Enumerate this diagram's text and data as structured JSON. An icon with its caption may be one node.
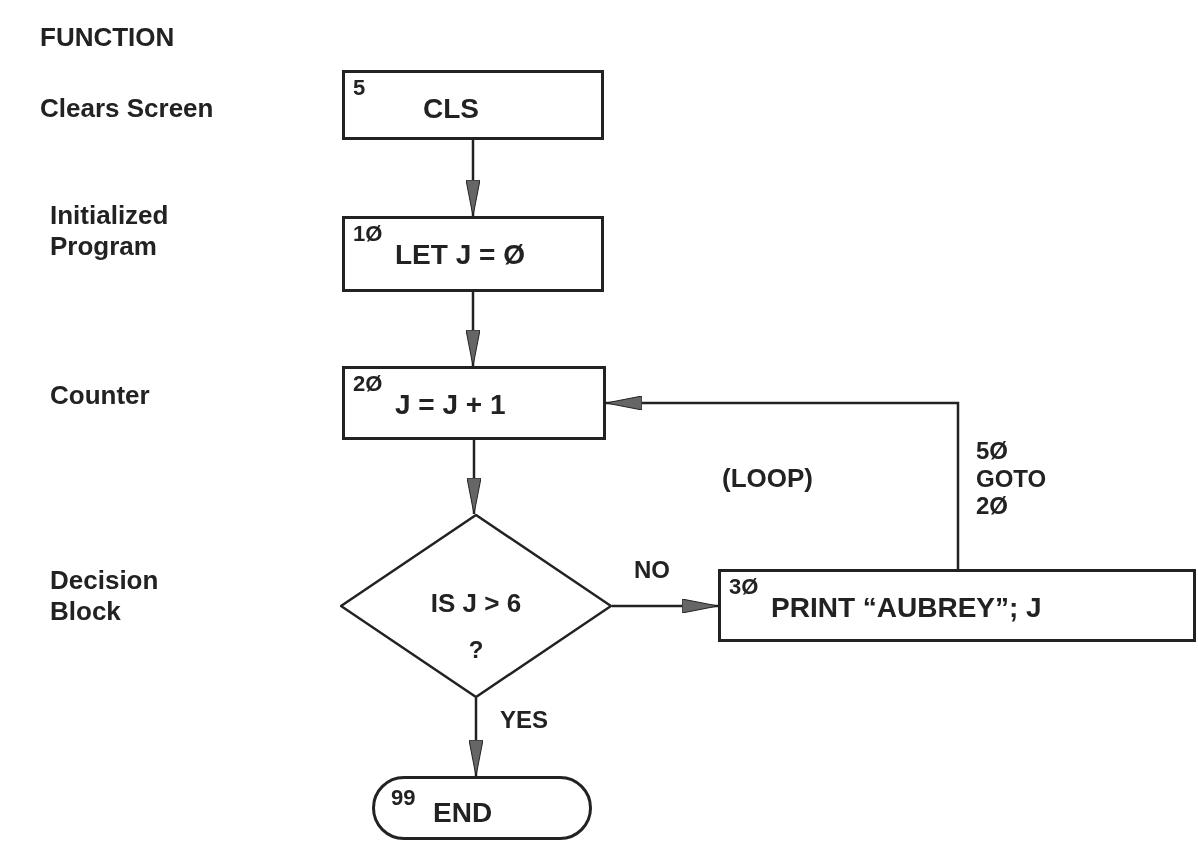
{
  "diagram": {
    "nodes": [
      {
        "text": [
          "5",
          "CLS"
        ]
      },
      {
        "text": [
          "1Ø",
          "LET J = Ø"
        ]
      },
      {
        "text": [
          "2Ø",
          "J = J + 1"
        ]
      },
      {
        "text": [
          "IS J > 6",
          "?"
        ]
      },
      {
        "text": [
          "3Ø",
          "PRINT “AUBREY”; J"
        ]
      },
      {
        "text": [
          "99",
          "END"
        ]
      }
    ],
    "edges": [
      {
        "from": 0,
        "to": 1,
        "arrow": "to"
      },
      {
        "from": 1,
        "to": 2,
        "arrow": "to"
      },
      {
        "from": 2,
        "to": 3,
        "arrow": "to"
      },
      {
        "from": 3,
        "to": 4,
        "arrow": "to",
        "label": "NO"
      },
      {
        "from": 3,
        "to": 5,
        "arrow": "to",
        "label": "YES"
      },
      {
        "from": 4,
        "to": 2,
        "arrow": "to",
        "label": "5Ø GOTO 2Ø"
      }
    ],
    "labels": [
      "FUNCTION",
      "Clears Screen",
      "Initialized Program",
      "Counter",
      "Decision Block",
      "(LOOP)"
    ]
  }
}
